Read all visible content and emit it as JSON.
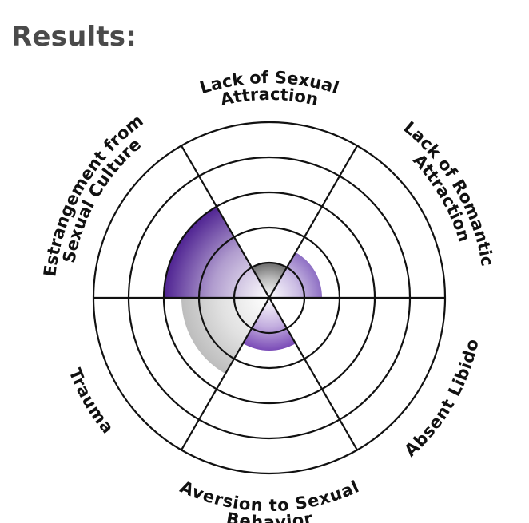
{
  "page": {
    "heading": "Results:"
  },
  "chart_data": {
    "type": "polar-area",
    "title": "",
    "rings": 5,
    "scale_max": 5,
    "grid": true,
    "categories": [
      "Lack of Sexual Attraction",
      "Lack of Romantic Attraction",
      "Absent Libido",
      "Aversion to Sexual Behavior",
      "Trauma",
      "Estrangement from Sexual Culture"
    ],
    "labels": [
      [
        "Lack of Sexual",
        "Attraction"
      ],
      [
        "Lack of Romantic",
        "Attraction"
      ],
      [
        "Absent Libido"
      ],
      [
        "Aversion to Sexual",
        "Behavior"
      ],
      [
        "Trauma"
      ],
      [
        "Estrangement from",
        "Sexual Culture"
      ]
    ],
    "values": [
      1,
      1.5,
      0,
      1.5,
      2.5,
      3
    ],
    "colors": [
      "#6b6b6b",
      "#8e6fc4",
      "#8e6fc4",
      "#7a4bb7",
      "#bdbdbd",
      "#4f2392"
    ],
    "line_color": "#111111"
  }
}
